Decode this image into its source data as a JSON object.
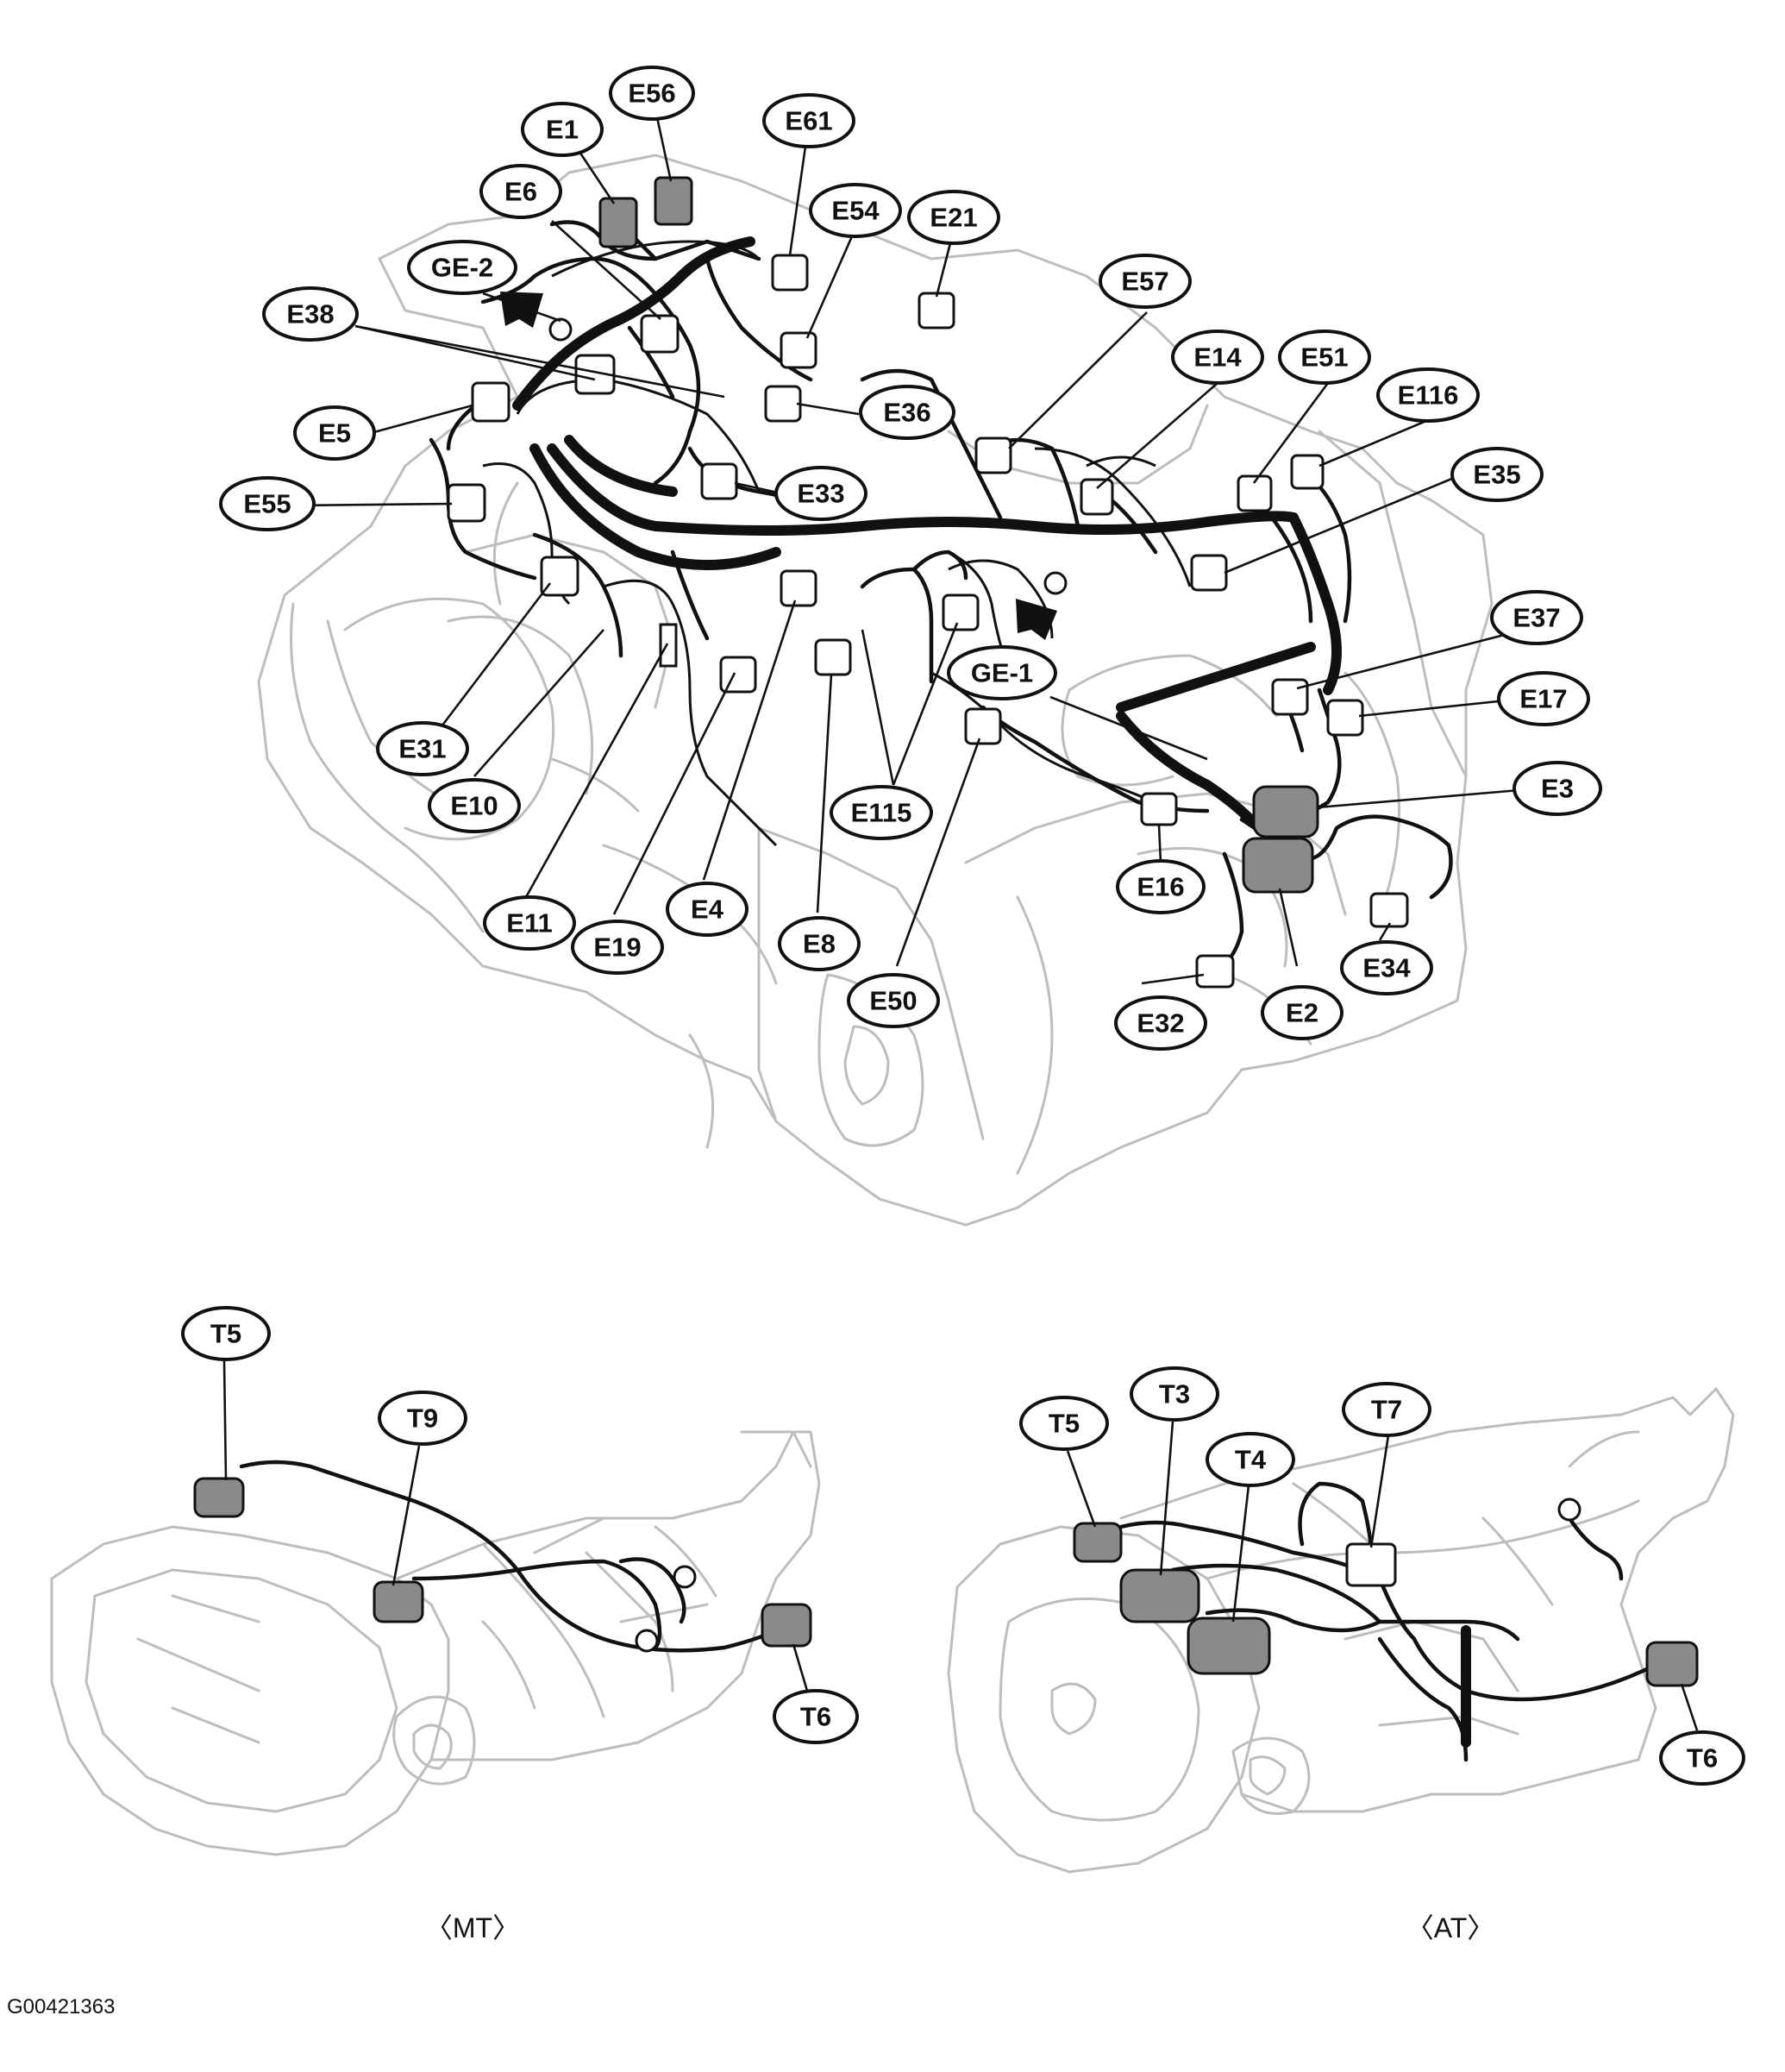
{
  "figure_id": "G00421363",
  "captions": {
    "mt": "〈MT〉",
    "at": "〈AT〉"
  },
  "engine_labels": {
    "E1": "E1",
    "E56": "E56",
    "E61": "E61",
    "E6": "E6",
    "E54": "E54",
    "E21": "E21",
    "GE2": "GE-2",
    "E38": "E38",
    "E57": "E57",
    "E14": "E14",
    "E51": "E51",
    "E116": "E116",
    "E5": "E5",
    "E36": "E36",
    "E35": "E35",
    "E55": "E55",
    "E33": "E33",
    "E37": "E37",
    "GE1": "GE-1",
    "E17": "E17",
    "E31": "E31",
    "E3": "E3",
    "E10": "E10",
    "E115": "E115",
    "E16": "E16",
    "E11": "E11",
    "E19": "E19",
    "E4": "E4",
    "E8": "E8",
    "E34": "E34",
    "E50": "E50",
    "E32": "E32",
    "E2": "E2"
  },
  "mt_labels": {
    "T5": "T5",
    "T9": "T9",
    "T6": "T6"
  },
  "at_labels": {
    "T5": "T5",
    "T3": "T3",
    "T7": "T7",
    "T4": "T4",
    "T6": "T6"
  }
}
